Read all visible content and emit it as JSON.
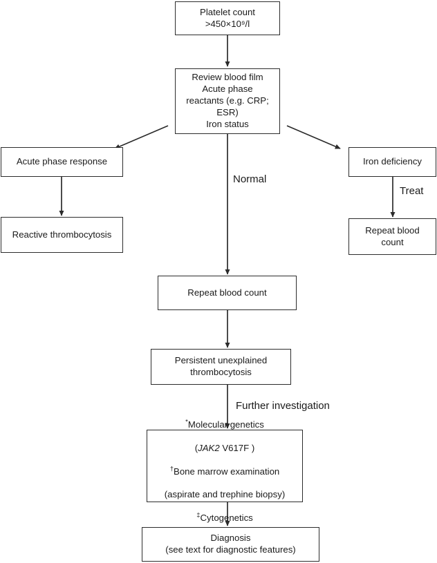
{
  "diagram": {
    "title": "Investigation of thrombocytosis",
    "theme": {
      "background": "#ffffff",
      "box_border": "#2b2b2b",
      "text": "#1a1a1a",
      "arrow": "#2b2b2b"
    },
    "nodes": {
      "platelet_count": "Platelet count\n>450×10⁹/l",
      "review": "Review blood film\nAcute phase\nreactants (e.g. CRP;\nESR)\nIron status",
      "acute_phase_response": "Acute phase response",
      "reactive_thrombocytosis": "Reactive thrombocytosis",
      "iron_deficiency": "Iron deficiency",
      "repeat_blood_count_right": "Repeat blood\ncount",
      "repeat_blood_count_center": "Repeat blood count",
      "persistent": "Persistent unexplained\nthrombocytosis",
      "investigations": {
        "line1_marker": "*",
        "line1": "Molecular genetics",
        "line2_open": "(",
        "line2_gene": "JAK2",
        "line2_rest": " V617F )",
        "line3_marker": "†",
        "line3": "Bone marrow examination",
        "line4": "(aspirate and trephine biopsy)",
        "line5_marker": "‡",
        "line5": "Cytogenetics"
      },
      "diagnosis": "Diagnosis\n(see text for diagnostic features)"
    },
    "edge_labels": {
      "normal": "Normal",
      "treat": "Treat",
      "further_investigation": "Further investigation"
    }
  }
}
